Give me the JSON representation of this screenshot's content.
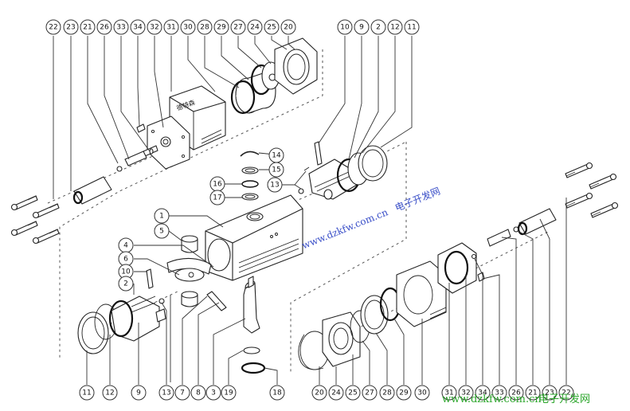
{
  "diagram": {
    "title": "Pneumatic actuator exploded view",
    "body_stamp": "德特森",
    "watermark": {
      "url": "www.dzkfw.com.cn",
      "site_name": "电子开发网"
    },
    "callouts_top_left": [
      "22",
      "23",
      "21",
      "26",
      "33",
      "34",
      "32",
      "31",
      "30",
      "28",
      "29",
      "27",
      "24",
      "25",
      "20"
    ],
    "callouts_top_right": [
      "10",
      "9",
      "2",
      "12",
      "11"
    ],
    "callouts_center": [
      "14",
      "15",
      "16",
      "17",
      "13",
      "1",
      "5",
      "4",
      "6",
      "10",
      "2"
    ],
    "callouts_bottom_left": [
      "11",
      "12",
      "9",
      "13",
      "7",
      "8",
      "3",
      "19",
      "18"
    ],
    "callouts_bottom_right": [
      "20",
      "24",
      "25",
      "27",
      "28",
      "29",
      "30",
      "31",
      "32",
      "34",
      "33",
      "26",
      "21",
      "23",
      "22"
    ]
  }
}
